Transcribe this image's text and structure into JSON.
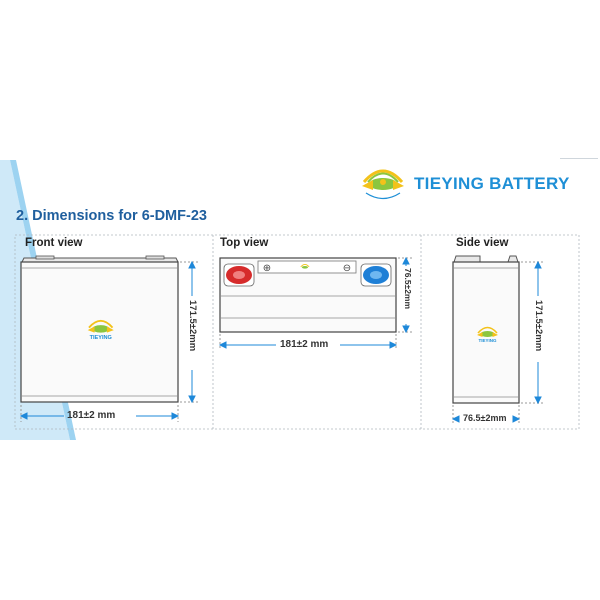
{
  "brand": {
    "name": "TIEYING BATTERY",
    "logo_text": "TIEYING",
    "color": "#1e8fd6"
  },
  "section": {
    "number": "2.",
    "title": "Dimensions for 6-DMF-23"
  },
  "views": {
    "front": {
      "label": "Front view",
      "width_dim": "181±2 mm",
      "height_dim": "171.5±2mm"
    },
    "top": {
      "label": "Top view",
      "width_dim": "181±2 mm",
      "depth_dim": "76.5±2mm",
      "terminal_positive": "⊕",
      "terminal_negative": "⊖"
    },
    "side": {
      "label": "Side view",
      "height_dim": "171.5±2mm",
      "depth_dim": "76.5±2mm"
    }
  },
  "colors": {
    "positive_terminal": "#d62b2b",
    "negative_terminal": "#1e7fd6",
    "dimension_arrow": "#1e88d9",
    "section_title": "#1f5f9e"
  },
  "icons": [
    "tieying-logo-icon",
    "positive-terminal-icon",
    "negative-terminal-icon"
  ]
}
